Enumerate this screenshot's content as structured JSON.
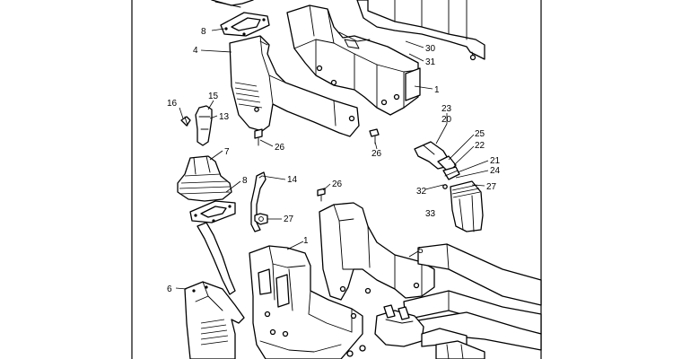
{
  "callouts": {
    "c1_top": "1",
    "c1_bottom": "1",
    "c4": "4",
    "c5": "5",
    "c6": "6",
    "c7": "7",
    "c8_top": "8",
    "c8_mid": "8",
    "c13": "13",
    "c14": "14",
    "c15": "15",
    "c16": "16",
    "c20": "20",
    "c21": "21",
    "c22": "22",
    "c23": "23",
    "c24": "24",
    "c25": "25",
    "c26_a": "26",
    "c26_b": "26",
    "c26_c": "26",
    "c27_a": "27",
    "c27_b": "27",
    "c30": "30",
    "c31": "31",
    "c32": "32",
    "c33": "33"
  }
}
